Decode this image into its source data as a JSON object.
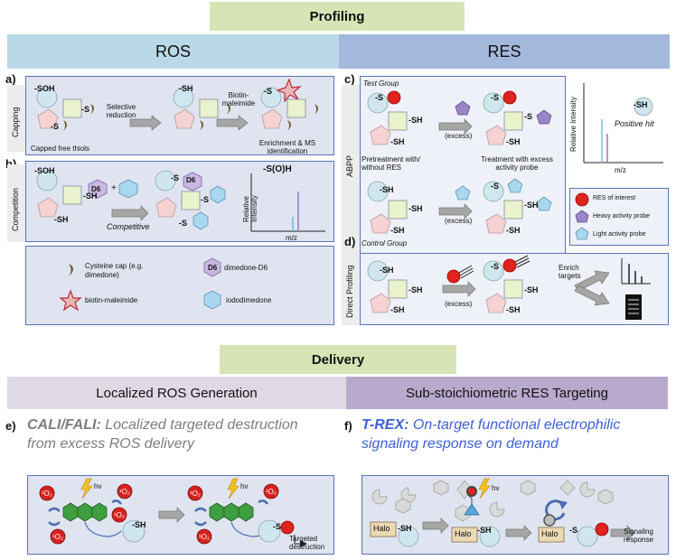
{
  "profiling_title": "Profiling",
  "ros_title": "ROS",
  "res_title": "RES",
  "panel_a": {
    "label": "a)",
    "side": "Capping",
    "soh": "-SOH",
    "sh": "-SH",
    "s_right": "-S",
    "s_left": "-S",
    "reduction": "Selective reduction",
    "biotin": "Biotin-maleimide",
    "capped": "Capped free thiols",
    "enrichment": "Enrichment & MS identification"
  },
  "panel_b": {
    "label": "b)",
    "side": "Competition",
    "soh": "-SOH",
    "sh": "-SH",
    "d6": "D6",
    "plus": "+",
    "competitive": "Competitive",
    "s_d6": "-S",
    "s_iodo": "-S",
    "s_bottom": "-S",
    "soh_peak": "-S(O)H",
    "ylabel": "Relative Intensity",
    "xlabel": "m/z"
  },
  "legend_ros": {
    "cap": "Cysteine cap (e.g. dimedone)",
    "d6": "dimedone-D6",
    "d6_badge": "D6",
    "biotin": "biotin-maleimide",
    "iodo": "iododimedone"
  },
  "panel_c": {
    "label": "c)",
    "side": "ABPP",
    "test_group": "Test Group",
    "control_group": "Control Group",
    "s": "-S",
    "sh": "-SH",
    "excess": "(excess)",
    "excess2": "(excess)",
    "pretreat": "Pretreatment with/ without RES",
    "treat": "Treatment with excess activity probe",
    "positive": "Positive hit",
    "ylabel": "Relative Intensity",
    "xlabel": "m/z"
  },
  "legend_res": {
    "res": "RES of interest",
    "heavy": "Heavy activity probe",
    "light": "Light activity probe"
  },
  "panel_d": {
    "label": "d)",
    "side": "Direct Profiling",
    "sh": "-SH",
    "s": "-S",
    "excess": "(excess)",
    "enrich": "Enrich targets"
  },
  "delivery_title": "Delivery",
  "local_ros": "Localized ROS Generation",
  "substoich": "Sub-stoichiometric RES Targeting",
  "panel_e": {
    "label": "e)",
    "head": "CALI/FALI:",
    "rest": " Localized targeted destruction from excess ROS delivery",
    "o2": "¹O₂",
    "hv": "hv",
    "sh": "-SH",
    "s": "-S",
    "destruction": "Targeted destruction"
  },
  "panel_f": {
    "label": "f)",
    "head": "T-REX:",
    "rest": " On-target functional electrophilic signaling response on demand",
    "halo": "Halo",
    "sh": "-SH",
    "s": "-S",
    "hv": "hv",
    "signaling": "Signaling response"
  },
  "colors": {
    "profiling_bg": "#d7e4b6",
    "ros_bg": "#b9d9e8",
    "res_bg": "#a4b8dc",
    "delivery_bg": "#d7e4b6",
    "local_bg": "#dfd9e6",
    "substoich_bg": "#b8a9cd",
    "trex_blue": "#3d5fd6",
    "cali_grey": "#7d7d7d",
    "res_red": "#e0231f",
    "heavy_purple": "#9a86c6",
    "light_blue": "#a9d7ee"
  }
}
